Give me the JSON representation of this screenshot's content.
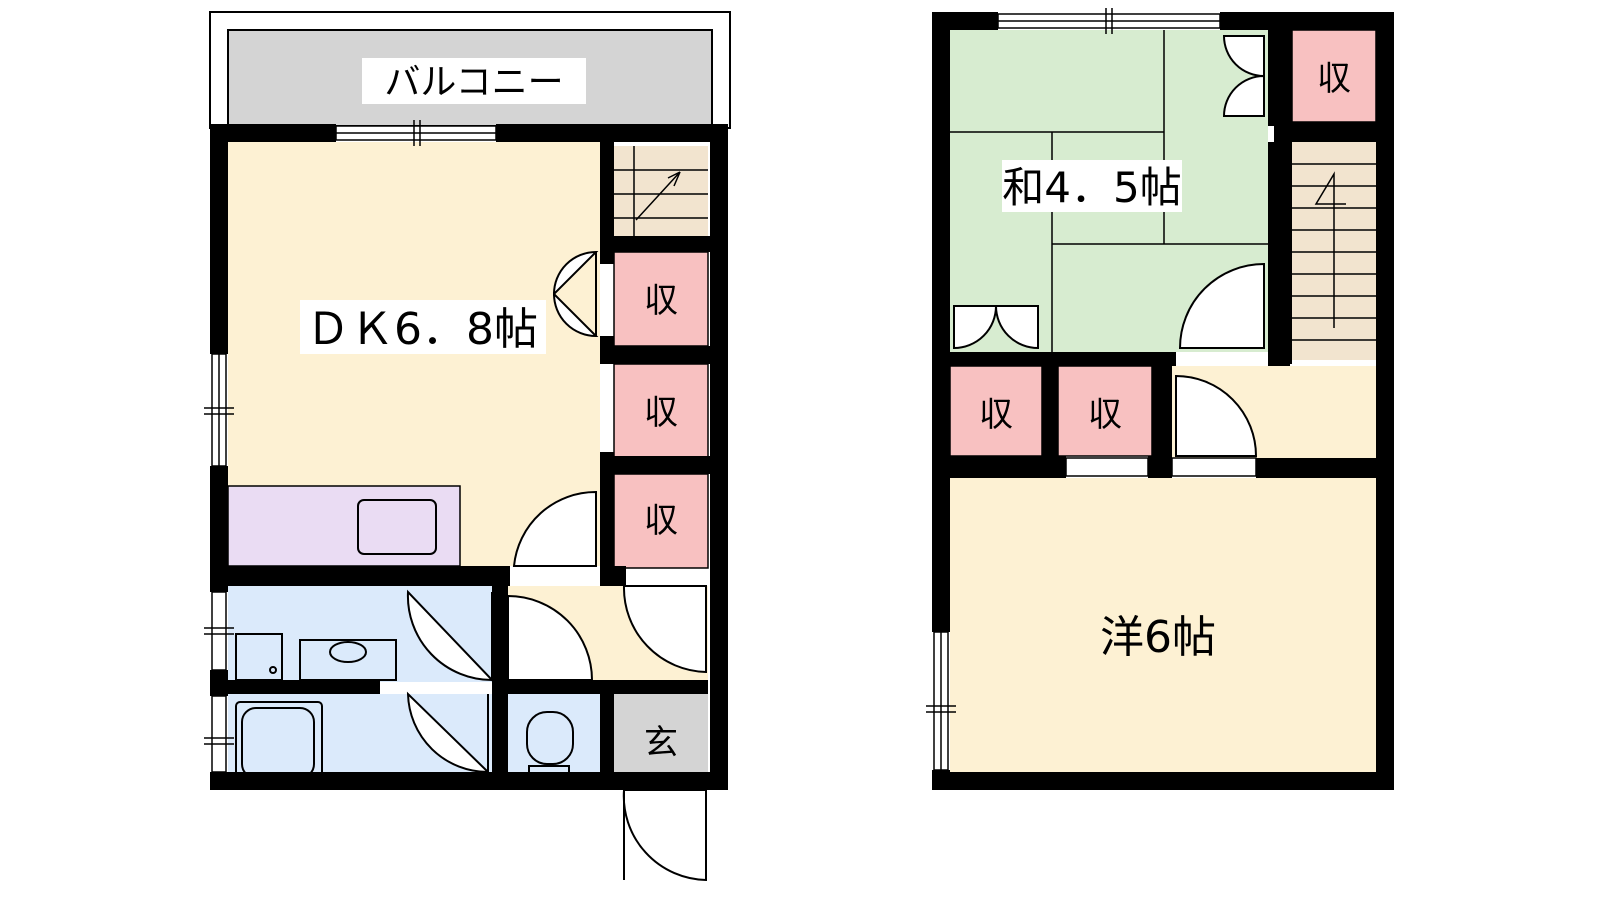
{
  "floor1": {
    "balcony_label": "バルコニー",
    "dk_label": "ＤＫ6．8帖",
    "storage_a": "収",
    "storage_b": "収",
    "storage_c": "収",
    "entrance_label": "玄"
  },
  "floor2": {
    "washitsu_label": "和4．5帖",
    "storage_top": "収",
    "storage_left": "収",
    "storage_mid": "収",
    "youshitsu_label": "洋6帖"
  },
  "colors": {
    "wall": "#000000",
    "living": "#fdf1d3",
    "tatami": "#d7ecd0",
    "storage": "#f8c1c1",
    "wet_area": "#dbeafb",
    "kitchen": "#eadcf3",
    "balcony": "#d4d4d4",
    "entrance": "#d4d4d4",
    "stairs": "#f2e4cf"
  }
}
